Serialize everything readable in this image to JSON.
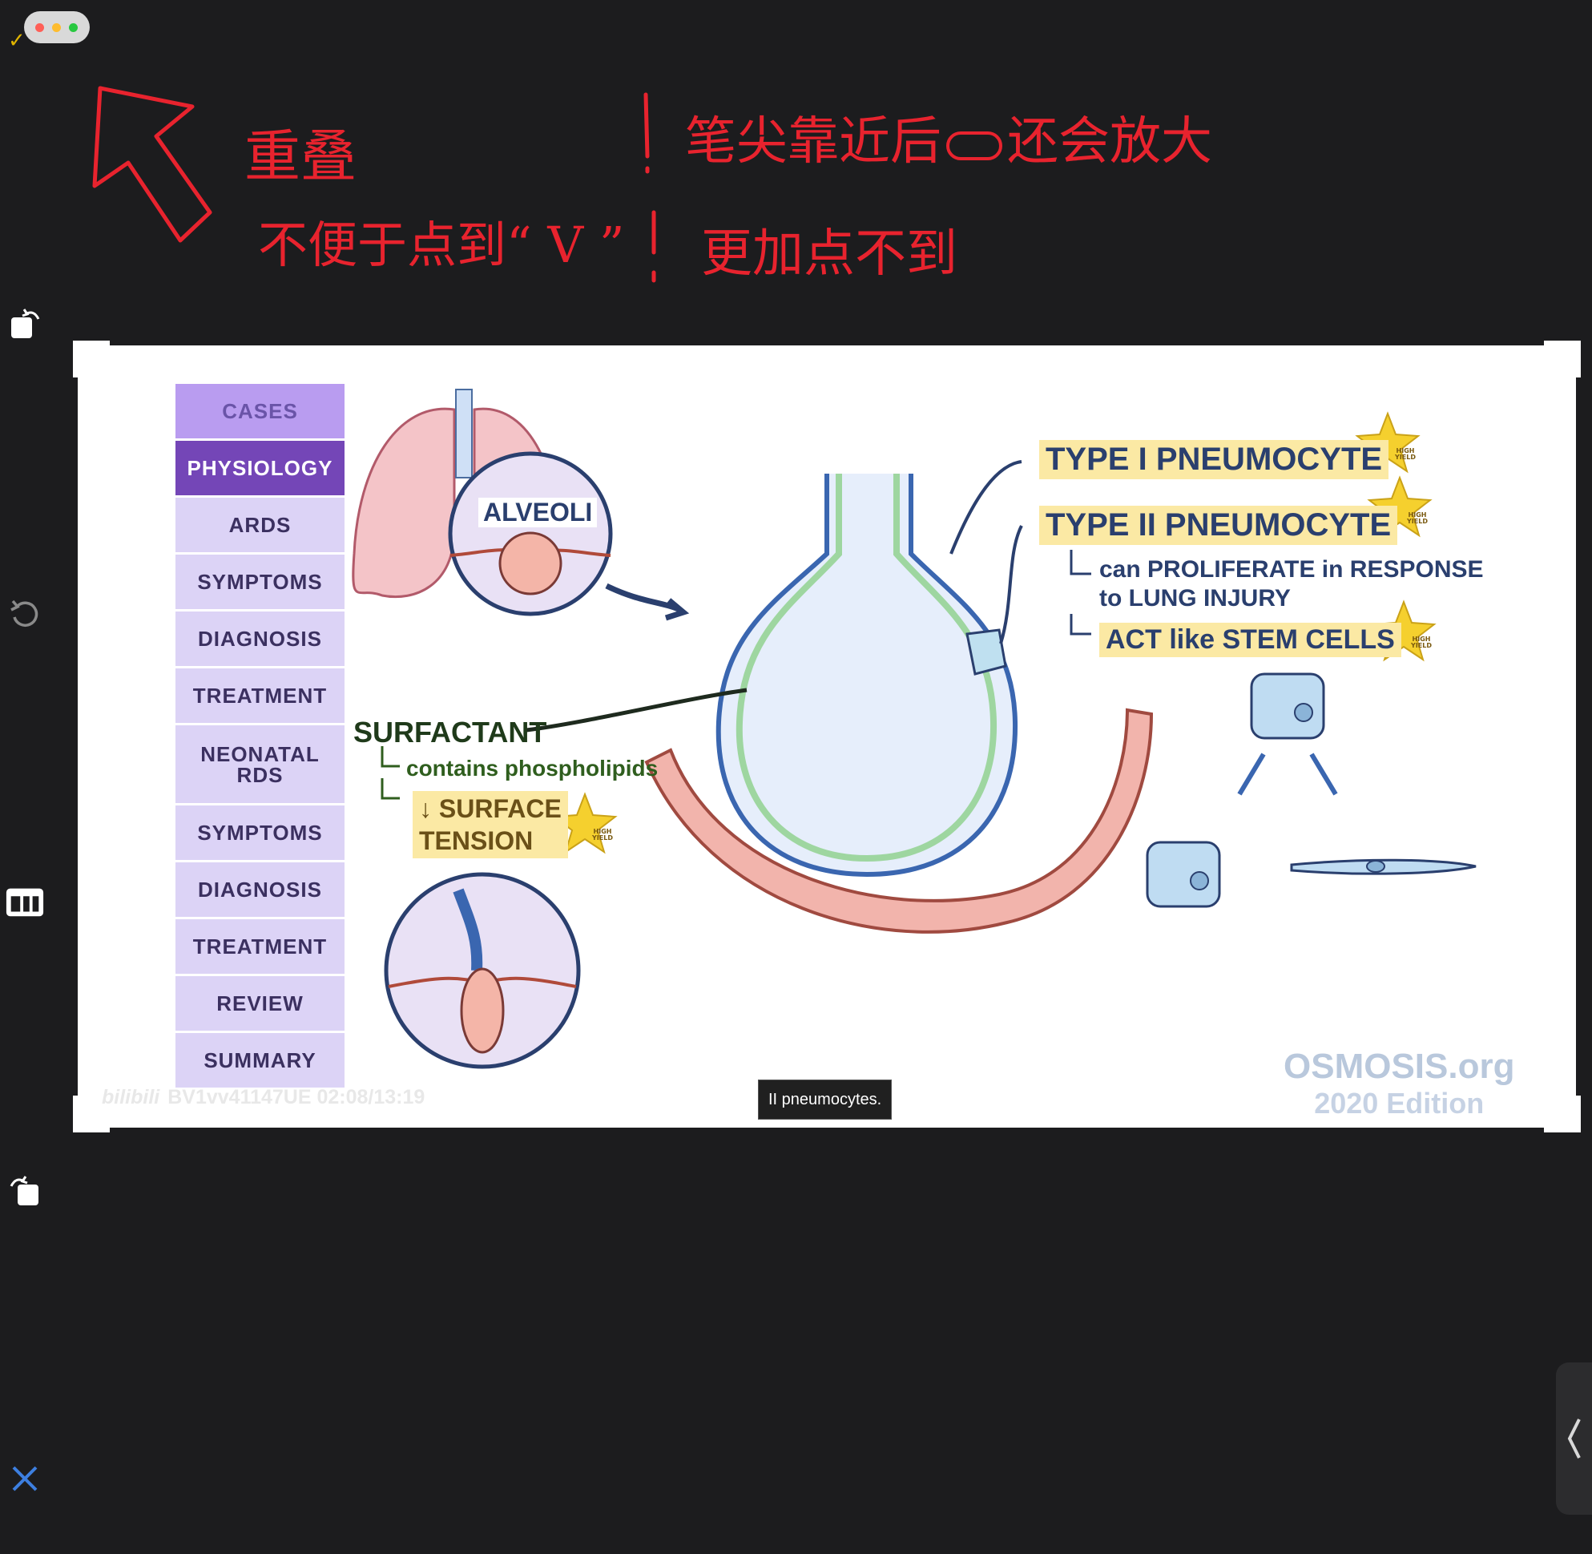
{
  "window": {
    "controls": [
      "close",
      "minimize",
      "zoom"
    ],
    "control_colors": [
      "#ff5f57",
      "#febc2e",
      "#28c840"
    ]
  },
  "toolbar": {
    "tools": [
      "rotate-left-icon",
      "undo-icon",
      "layout-icon",
      "rotate-right-icon",
      "close-icon"
    ]
  },
  "annotations": {
    "note1_line1": "重叠",
    "note1_line2": "不便于点到“ V ”",
    "note2_line1": "笔尖靠近后",
    "note2_line1b": "还会放大",
    "note2_line2": "更加点不到",
    "color": "#e8232e"
  },
  "video": {
    "chapters": [
      {
        "label": "CASES",
        "state": "dim"
      },
      {
        "label": "PHYSIOLOGY",
        "state": "active"
      },
      {
        "label": "ARDS",
        "state": "normal"
      },
      {
        "label": "SYMPTOMS",
        "state": "normal"
      },
      {
        "label": "DIAGNOSIS",
        "state": "normal"
      },
      {
        "label": "TREATMENT",
        "state": "normal"
      },
      {
        "label": "NEONATAL RDS",
        "state": "normal"
      },
      {
        "label": "SYMPTOMS",
        "state": "normal"
      },
      {
        "label": "DIAGNOSIS",
        "state": "normal"
      },
      {
        "label": "TREATMENT",
        "state": "normal"
      },
      {
        "label": "REVIEW",
        "state": "normal"
      },
      {
        "label": "SUMMARY",
        "state": "normal"
      }
    ],
    "diagram": {
      "alveoli": "ALVEOLI",
      "surfactant": "SURFACTANT",
      "contains": "contains phospholipids",
      "surface_tension_1": "↓ SURFACE",
      "surface_tension_2": "TENSION",
      "type1": "TYPE I PNEUMOCYTE",
      "type2": "TYPE II PNEUMOCYTE",
      "proliferate_1": "can PROLIFERATE in RESPONSE",
      "proliferate_2": "to LUNG INJURY",
      "stem_cells": "ACT like STEM CELLS",
      "badge": "HIGH YIELD"
    },
    "watermark": "BV1vv41147UE 02:08/13:19",
    "watermark_brand": "bilibili",
    "subtitle": "II pneumocytes.",
    "logo_line1": "OSMOSIS.org",
    "logo_line2": "2020 Edition"
  },
  "right_tab_icon": "chevron-left-icon"
}
